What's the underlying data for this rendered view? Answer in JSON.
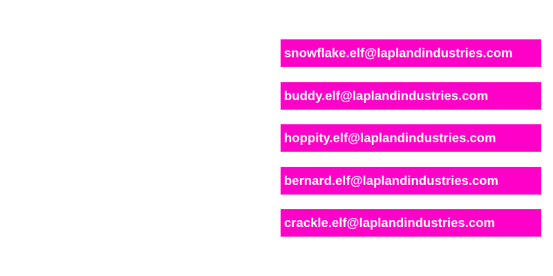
{
  "emails": [
    "snowflake.elf@laplandindustries.com",
    "buddy.elf@laplandindustries.com",
    "hoppity.elf@laplandindustries.com",
    "bernard.elf@laplandindustries.com",
    "crackle.elf@laplandindustries.com"
  ],
  "colors": {
    "highlight": "#ff00c8",
    "text": "#ffffff",
    "background": "#ffffff"
  }
}
